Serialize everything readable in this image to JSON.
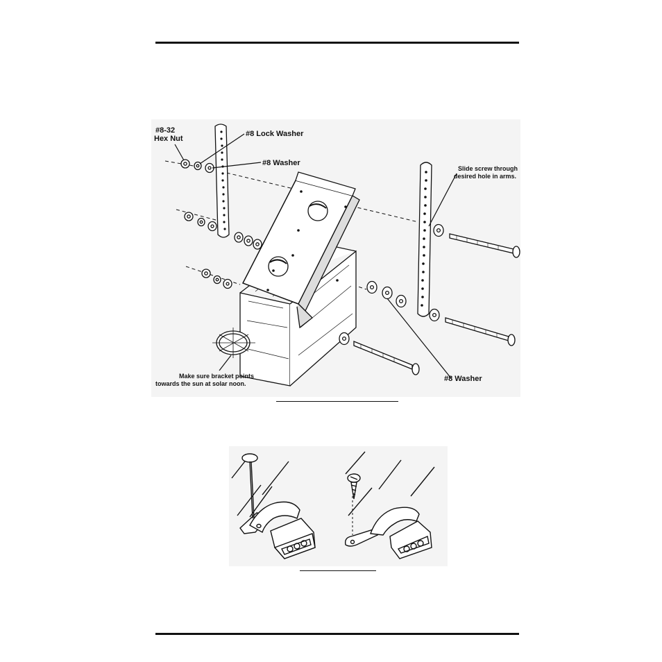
{
  "figure1": {
    "labels": {
      "hex_nut_line1": "#8-32",
      "hex_nut_line2": "Hex Nut",
      "lock_washer": "#8 Lock Washer",
      "washer_top": "#8 Washer",
      "slide_line1": "Slide screw through",
      "slide_line2": "desired hole in arms.",
      "sun_line1": "Make sure bracket points",
      "sun_line2": "towards the sun at solar noon.",
      "washer_bottom": "#8 Washer"
    }
  },
  "figure2": {}
}
